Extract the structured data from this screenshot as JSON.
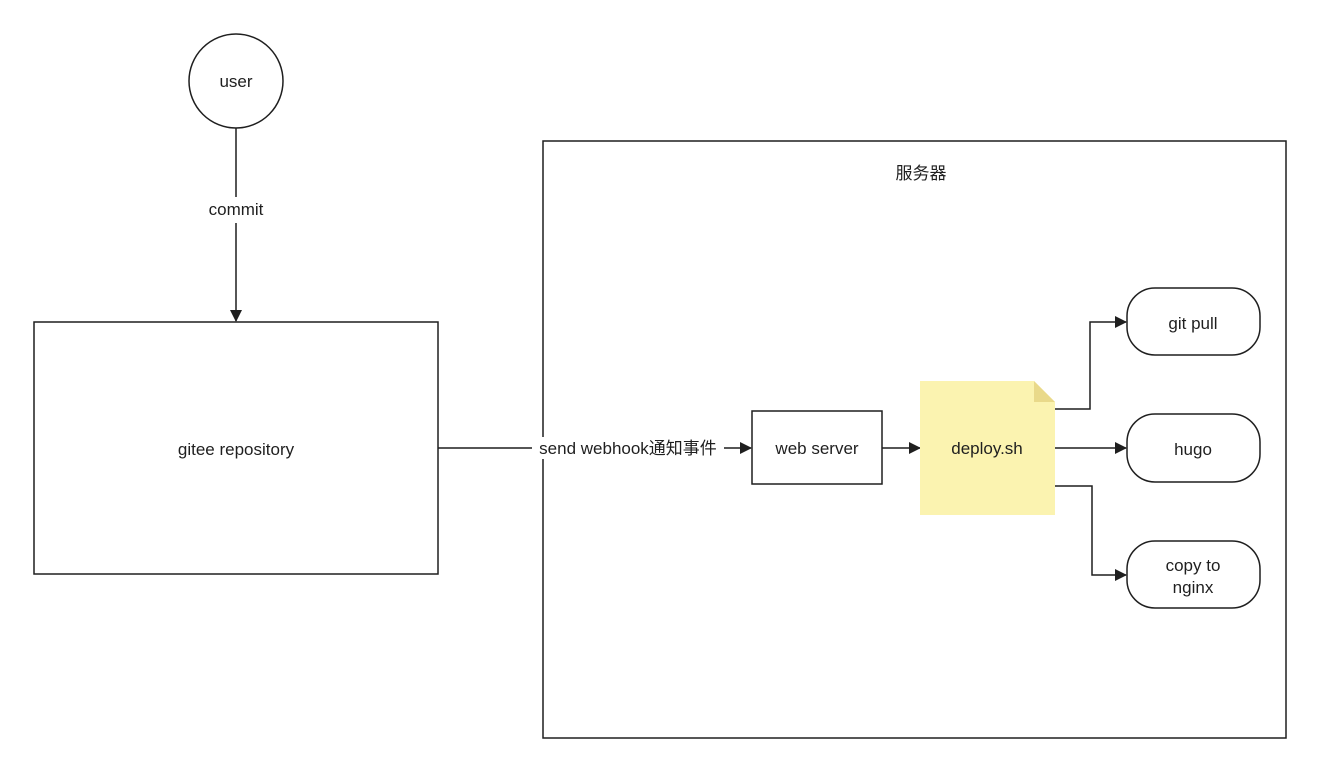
{
  "nodes": {
    "user": {
      "label": "user"
    },
    "gitee_repo": {
      "label": "gitee repository"
    },
    "server_group": {
      "label": "服务器"
    },
    "web_server": {
      "label": "web server"
    },
    "deploy_script": {
      "label": "deploy.sh"
    },
    "git_pull": {
      "label": "git pull"
    },
    "hugo": {
      "label": "hugo"
    },
    "copy_to_nginx": {
      "label_line1": "copy to",
      "label_line2": "nginx"
    }
  },
  "edges": {
    "user_to_repo": {
      "label": "commit"
    },
    "repo_to_server": {
      "label": "send webhook通知事件"
    }
  },
  "colors": {
    "stroke": "#1f1f1f",
    "note_fill": "#fbf3b0",
    "note_fold": "#e9d98a",
    "background": "#ffffff"
  }
}
